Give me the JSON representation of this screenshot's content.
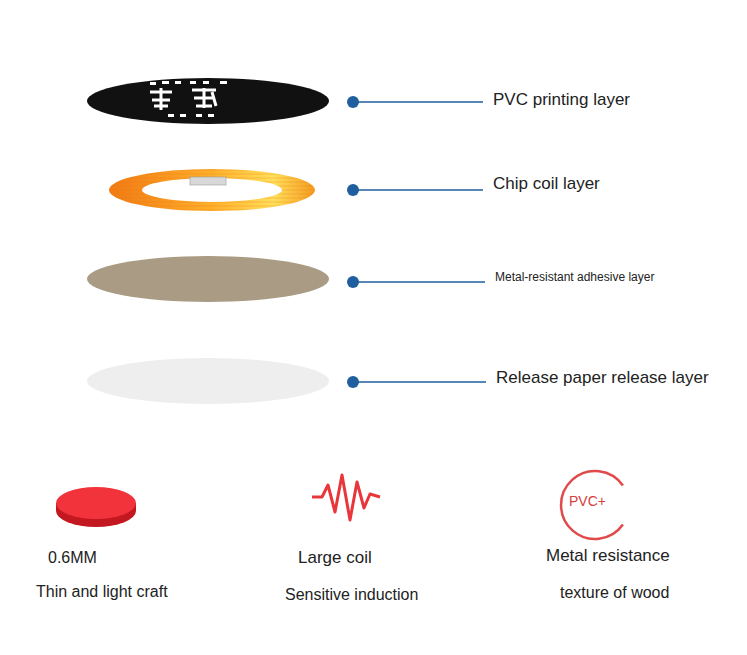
{
  "diagram": {
    "labels": [
      "PVC printing layer",
      "Chip coil layer",
      "Metal-resistant adhesive layer",
      "Release paper release layer",
      "PVC+",
      "0.6MM",
      "Large coil",
      "Metal resistance",
      "Thin and light craft",
      "Sensitive induction",
      "texture of wood"
    ]
  }
}
